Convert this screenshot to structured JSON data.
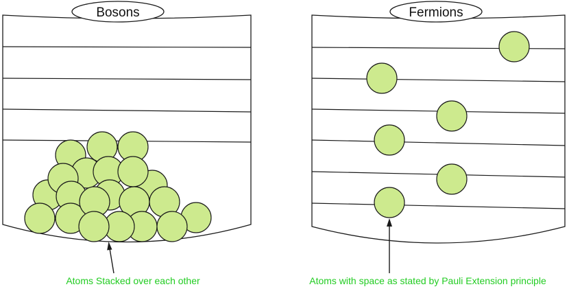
{
  "bosons": {
    "title": "Bosons",
    "caption": "Atoms Stacked over each other"
  },
  "fermions": {
    "title": "Fermions",
    "caption": "Atoms with space as stated by Pauli Extension principle"
  },
  "colors": {
    "atom_fill": "#cdea8e",
    "outline": "#1a1a1a",
    "caption": "#22cc22",
    "background": "#ffffff"
  }
}
